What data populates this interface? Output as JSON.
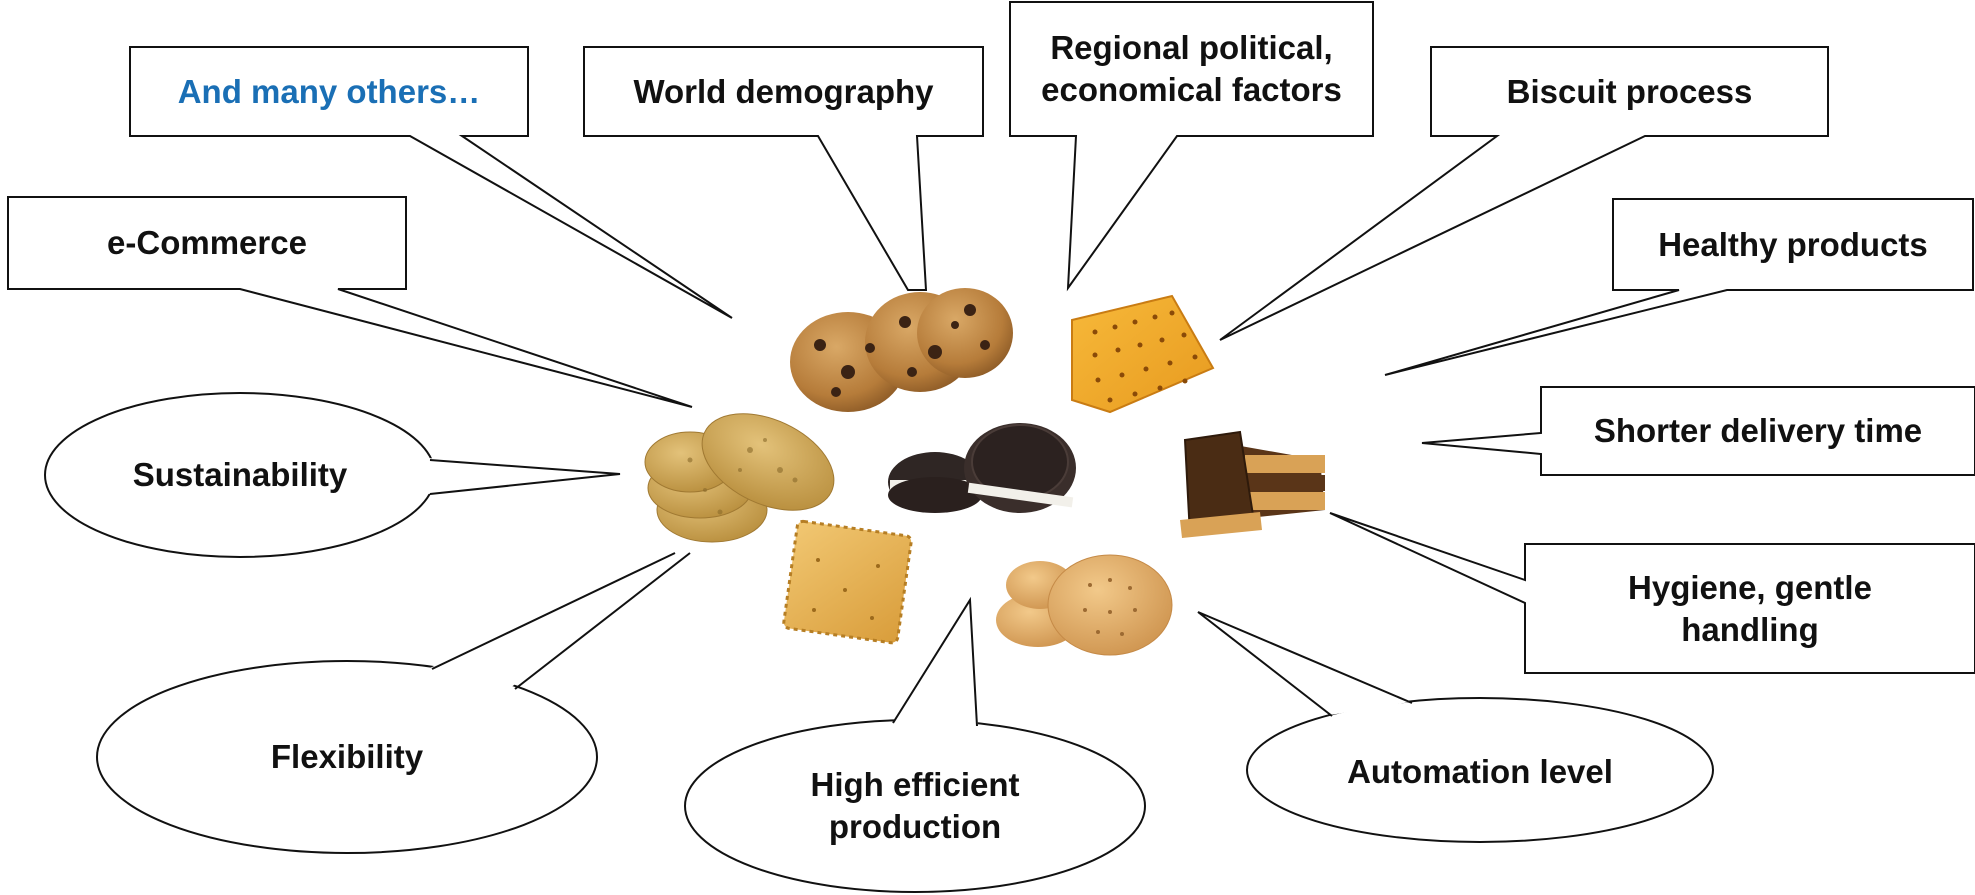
{
  "colors": {
    "stroke": "#111111",
    "background": "#ffffff",
    "accent_text": "#1a6fb5"
  },
  "callouts": {
    "and_many_others": "And many others…",
    "world_demography": "World demography",
    "regional_line1": "Regional political,",
    "regional_line2": "economical factors",
    "biscuit_process": "Biscuit process",
    "ecommerce": "e-Commerce",
    "healthy_products": "Healthy products",
    "shorter_delivery": "Shorter delivery time",
    "hygiene_line1": "Hygiene, gentle",
    "hygiene_line2": "handling",
    "sustainability": "Sustainability",
    "flexibility": "Flexibility",
    "high_efficient_line1": "High efficient",
    "high_efficient_line2": "production",
    "automation_level": "Automation level"
  },
  "images": {
    "chocolate_chip_cookies": "chocolate chip cookies",
    "cracker": "cracker",
    "oat_biscuits": "oat biscuits",
    "sandwich_cookies": "sandwich cookies",
    "chocolate_biscuits": "chocolate biscuits",
    "butter_biscuit": "butter biscuit",
    "round_biscuits": "round biscuits"
  }
}
